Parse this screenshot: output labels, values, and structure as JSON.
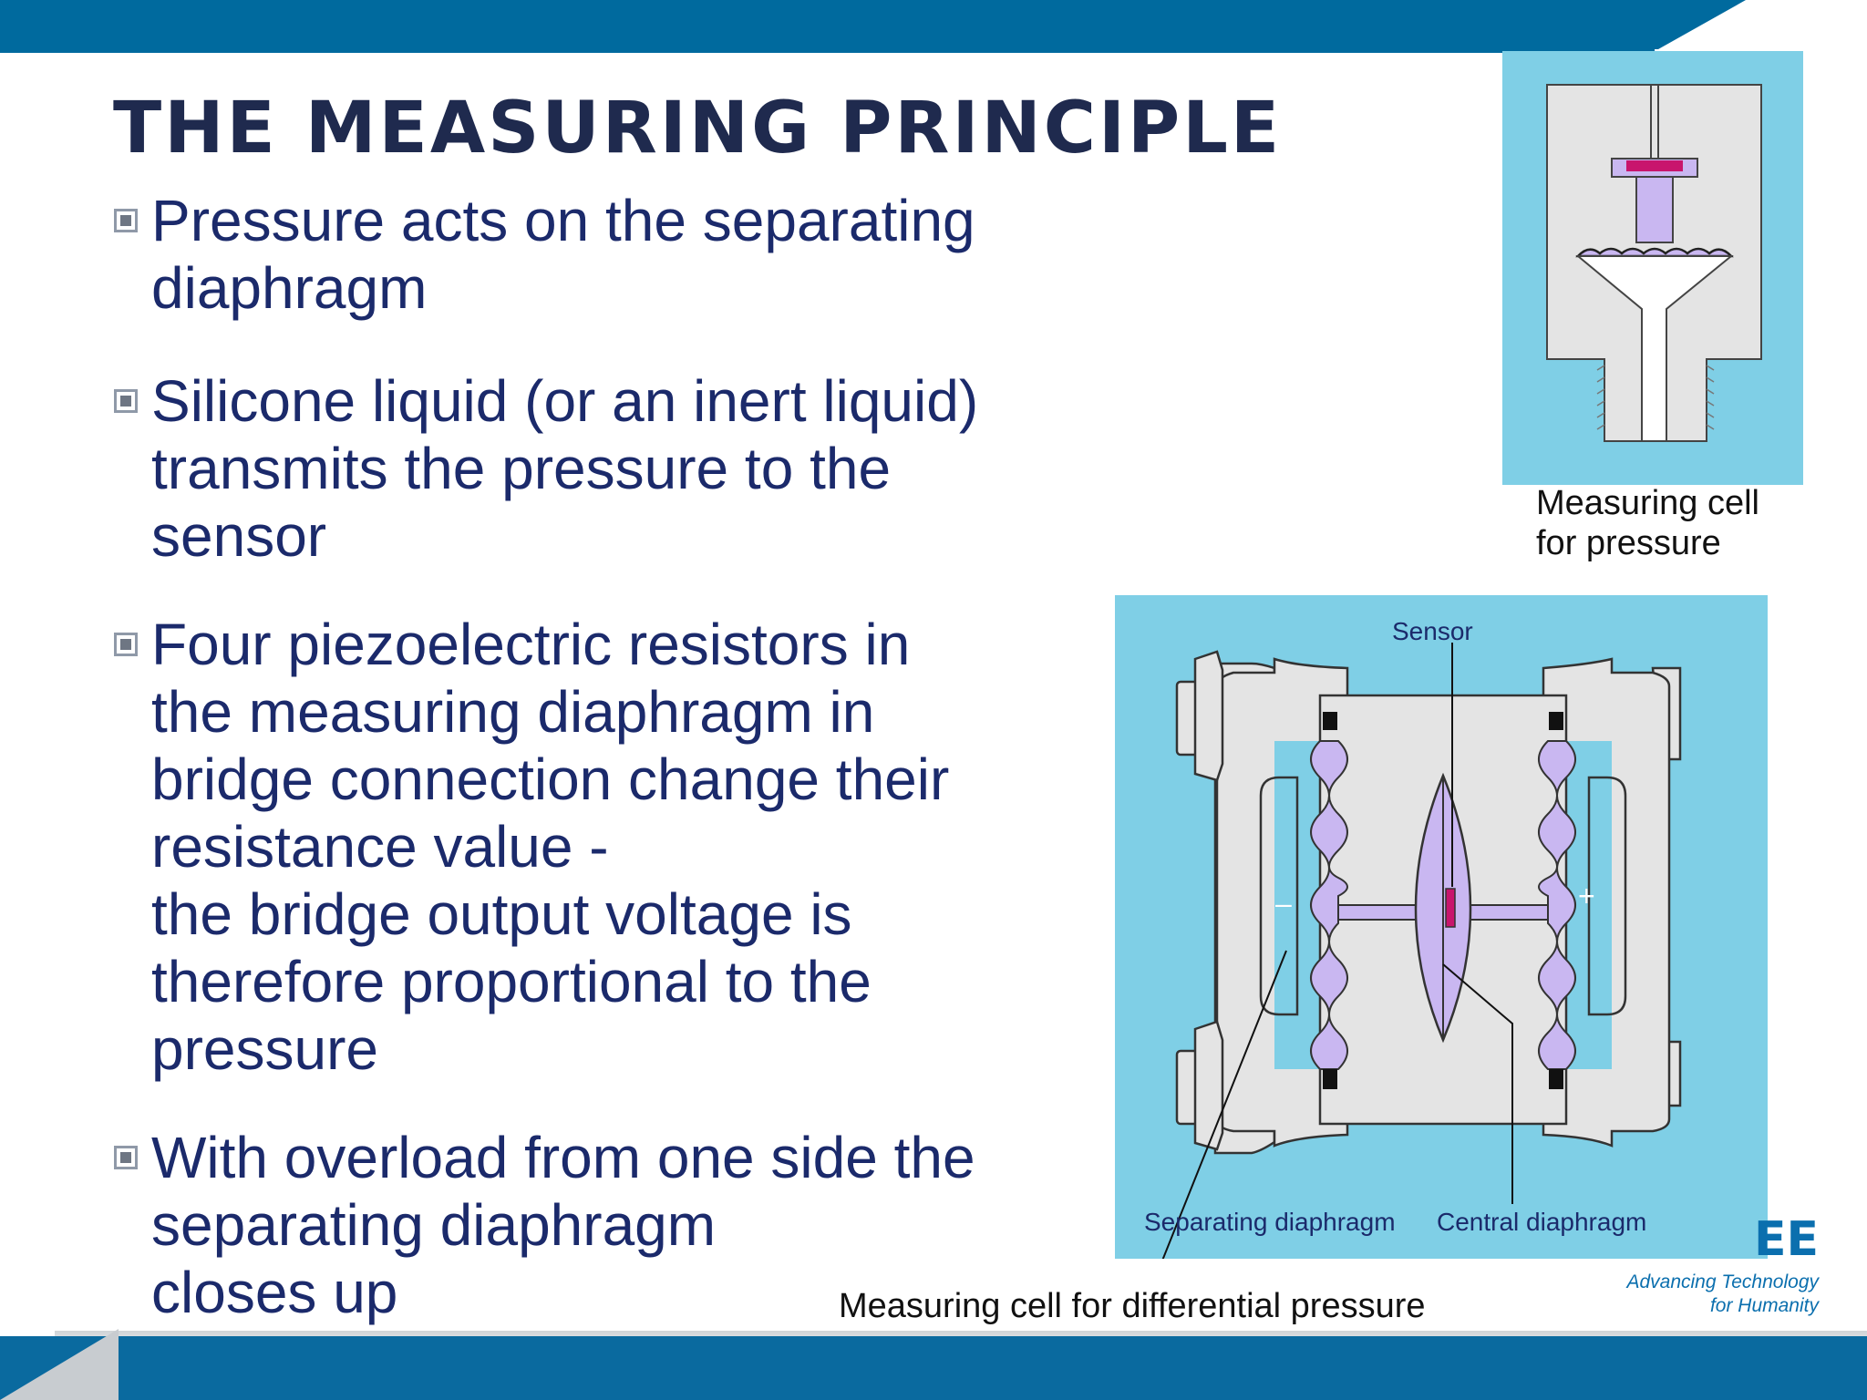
{
  "slide": {
    "title": "THE MEASURING PRINCIPLE",
    "bullets": [
      "Pressure acts on the separating\ndiaphragm",
      "Silicone liquid (or an inert liquid)\ntransmits the pressure to the\nsensor",
      "Four piezoelectric resistors in\nthe measuring diaphragm in\nbridge connection change their\nresistance value -\nthe bridge output voltage is\ntherefore proportional to the\npressure",
      "With overload from one side the\nseparating  diaphragm\ncloses up"
    ]
  },
  "figure_pressure": {
    "caption": "Measuring cell\nfor pressure"
  },
  "figure_differential": {
    "caption": "Measuring cell for differential pressure",
    "labels": {
      "sensor": "Sensor",
      "separating": "Separating diaphragm",
      "central": "Central diaphragm",
      "minus": "–",
      "plus": "+"
    }
  },
  "logo": {
    "mark": "EE",
    "tagline": "Advancing Technology\nfor Humanity"
  },
  "colors": {
    "band": "#006a9e",
    "panel": "#7fcfe6",
    "body_grey": "#e4e4e4",
    "liquid": "#c9b7f1",
    "sensor": "#c8156d",
    "text": "#1b2a6b",
    "title": "#1f2a4e"
  }
}
